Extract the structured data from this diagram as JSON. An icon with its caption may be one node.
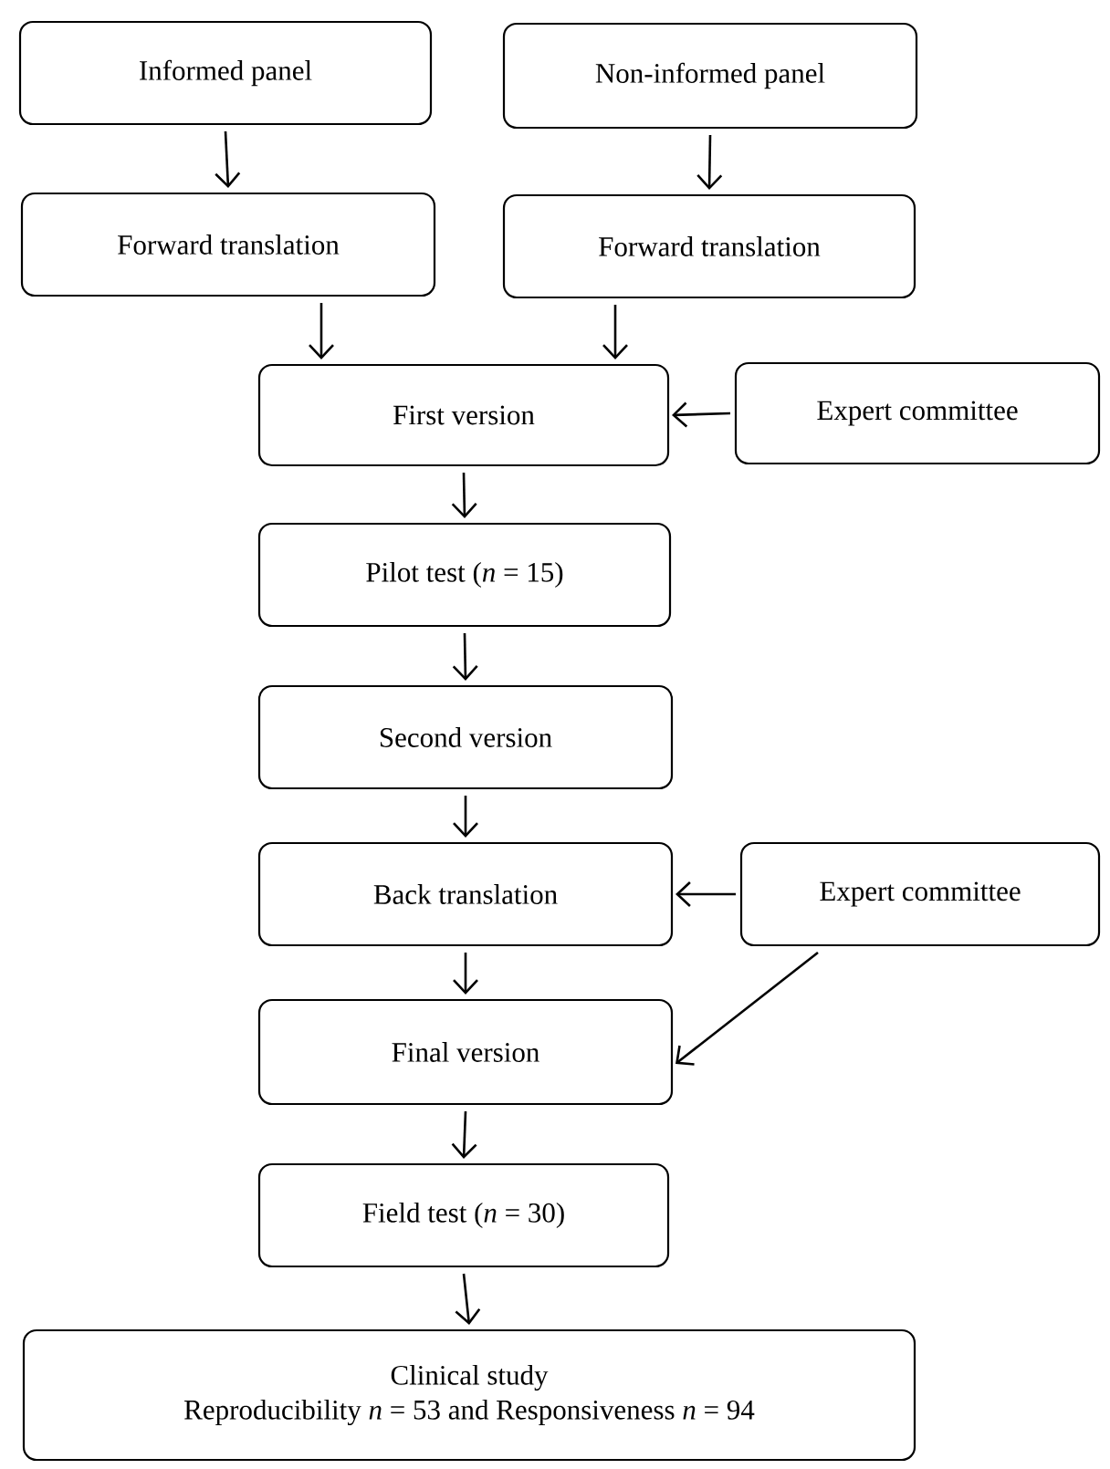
{
  "diagram": {
    "nodes": [
      {
        "text": [
          "Informed panel"
        ]
      },
      {
        "text": [
          "Non-informed panel"
        ]
      },
      {
        "text": [
          "Forward translation"
        ]
      },
      {
        "text": [
          "Forward translation"
        ]
      },
      {
        "text": [
          "First version"
        ]
      },
      {
        "text": [
          "Expert committee"
        ]
      },
      {
        "text": [
          "Pilot test (*n* = 15)"
        ]
      },
      {
        "text": [
          "Second version"
        ]
      },
      {
        "text": [
          "Back translation"
        ]
      },
      {
        "text": [
          "Expert committee"
        ]
      },
      {
        "text": [
          "Final version"
        ]
      },
      {
        "text": [
          "Field test (*n* = 30)"
        ]
      },
      {
        "text": [
          "Clinical study",
          "Reproducibility *n* = 53 and Responsiveness *n* = 94"
        ]
      }
    ],
    "edges": [
      {
        "from": 0,
        "to": 2,
        "arrow": "to"
      },
      {
        "from": 1,
        "to": 3,
        "arrow": "to"
      },
      {
        "from": 2,
        "to": 4,
        "arrow": "to"
      },
      {
        "from": 3,
        "to": 4,
        "arrow": "to"
      },
      {
        "from": 5,
        "to": 4,
        "arrow": "to"
      },
      {
        "from": 4,
        "to": 6,
        "arrow": "to"
      },
      {
        "from": 6,
        "to": 7,
        "arrow": "to"
      },
      {
        "from": 7,
        "to": 8,
        "arrow": "to"
      },
      {
        "from": 9,
        "to": 8,
        "arrow": "to"
      },
      {
        "from": 8,
        "to": 10,
        "arrow": "to"
      },
      {
        "from": 9,
        "to": 10,
        "arrow": "to"
      },
      {
        "from": 10,
        "to": 11,
        "arrow": "to"
      },
      {
        "from": 11,
        "to": 12,
        "arrow": "to"
      }
    ]
  }
}
